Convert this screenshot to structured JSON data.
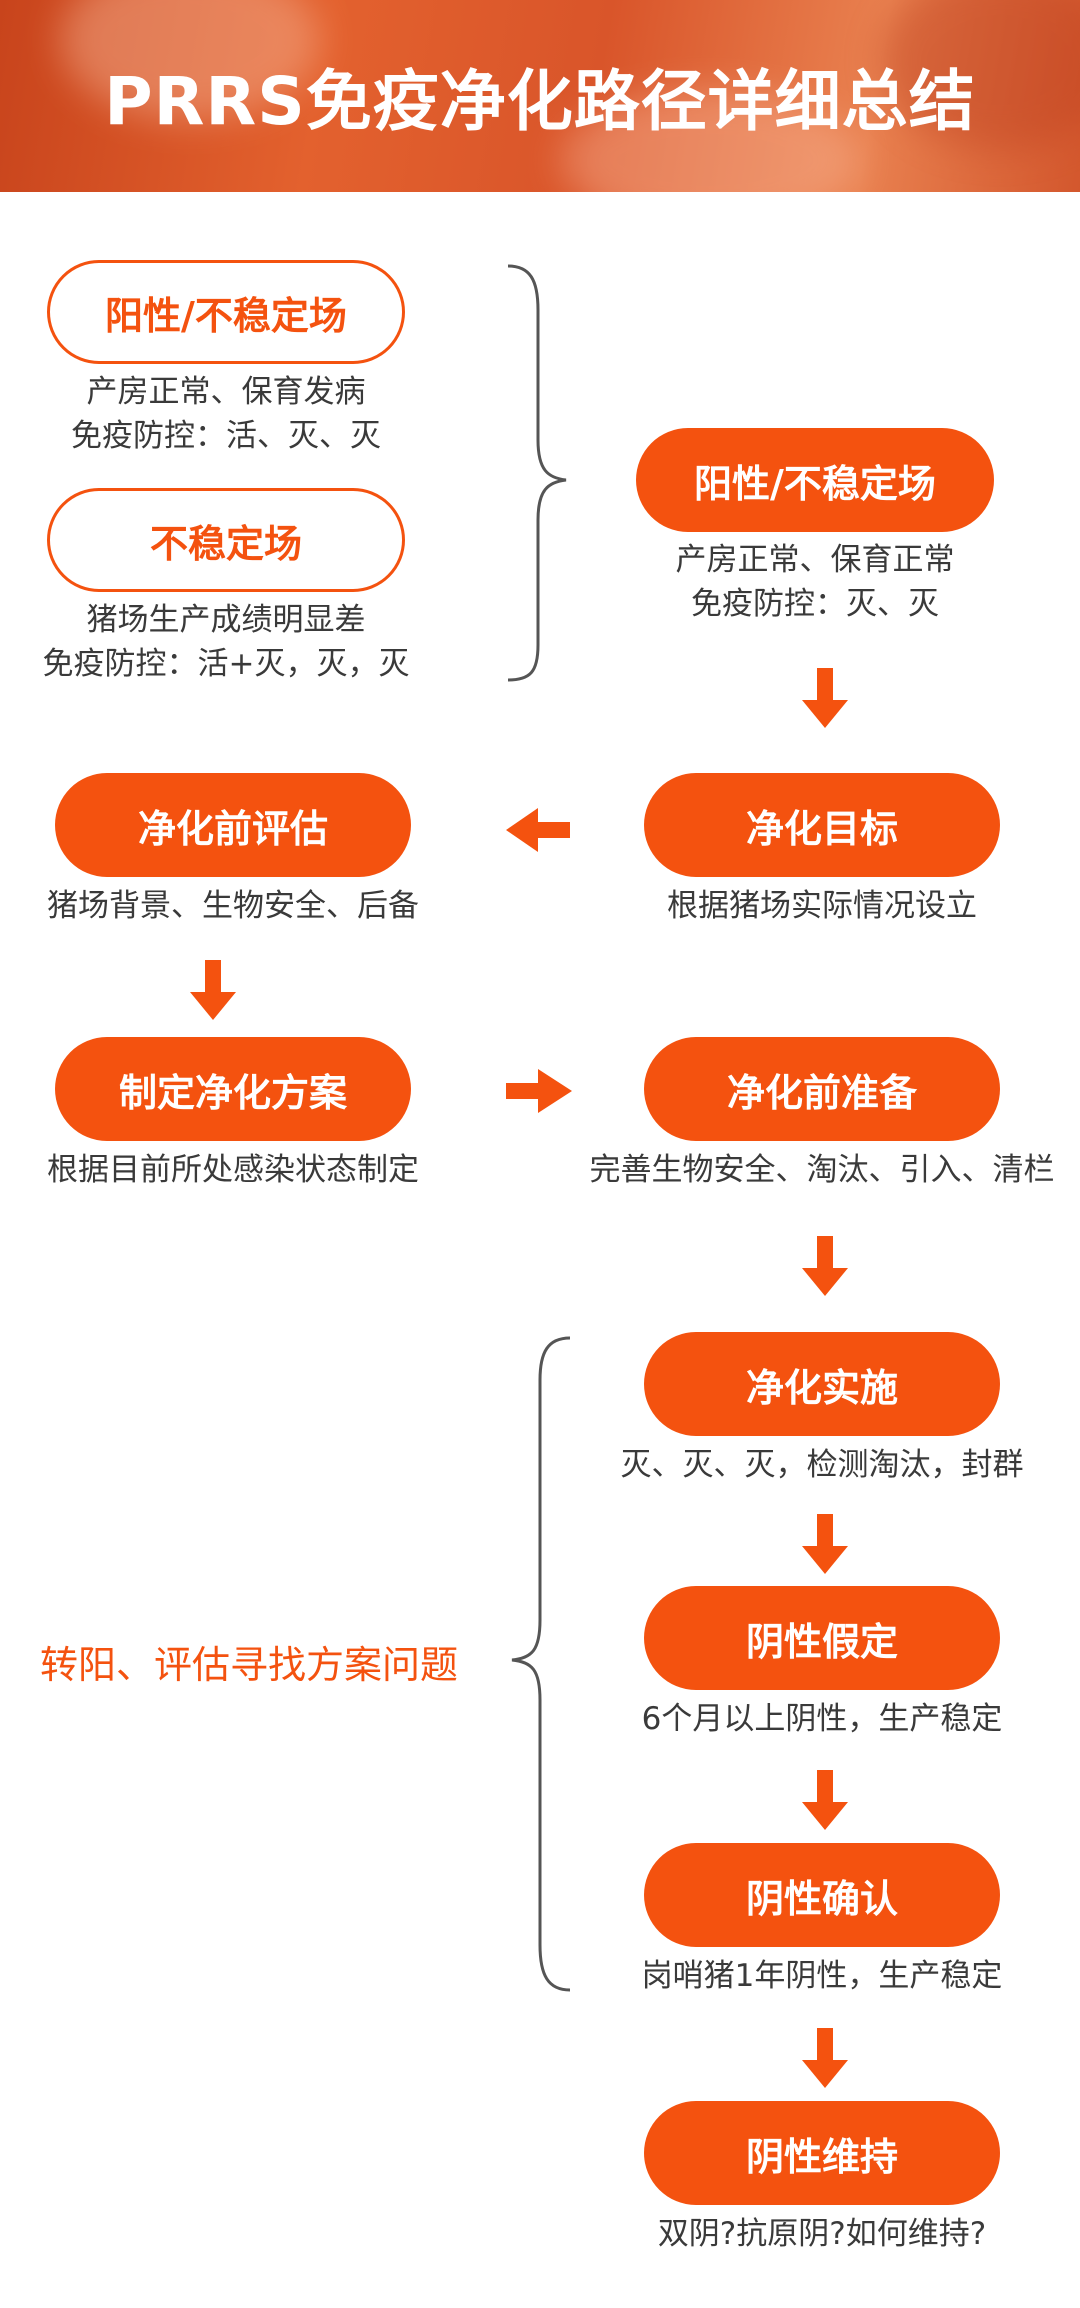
{
  "header": {
    "title": "PRRS免疫净化路径详细总结"
  },
  "colors": {
    "accent": "#f4520f",
    "text": "#3a3a3a",
    "bracket": "#555555"
  },
  "stages": {
    "pos_unstable_a": {
      "label": "阳性/不稳定场",
      "line1": "产房正常、保育发病",
      "line2": "免疫防控：活、灭、灭"
    },
    "unstable": {
      "label": "不稳定场",
      "line1": "猪场生产成绩明显差",
      "line2": "免疫防控：活+灭，灭，灭"
    },
    "pos_unstable_b": {
      "label": "阳性/不稳定场",
      "line1": "产房正常、保育正常",
      "line2": "免疫防控：灭、灭"
    },
    "target": {
      "label": "净化目标",
      "desc": "根据猪场实际情况设立"
    },
    "pre_eval": {
      "label": "净化前评估",
      "desc": "猪场背景、生物安全、后备"
    },
    "plan": {
      "label": "制定净化方案",
      "desc": "根据目前所处感染状态制定"
    },
    "prep": {
      "label": "净化前准备",
      "desc": "完善生物安全、淘汰、引入、清栏"
    },
    "implement": {
      "label": "净化实施",
      "desc": "灭、灭、灭，检测淘汰，封群"
    },
    "neg_assume": {
      "label": "阴性假定",
      "desc": "6个月以上阴性，生产稳定"
    },
    "neg_confirm": {
      "label": "阴性确认",
      "desc": "岗哨猪1年阴性，生产稳定"
    },
    "neg_maintain": {
      "label": "阴性维持",
      "desc": "双阴?抗原阴?如何维持?"
    }
  },
  "feedback_note": "转阳、评估寻找方案问题"
}
